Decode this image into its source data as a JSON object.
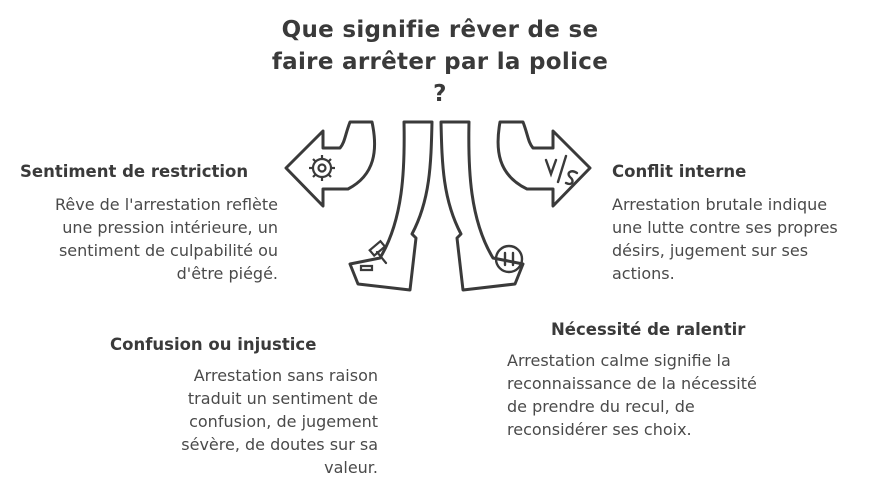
{
  "title": "Que signifie rêver de se faire arrêter par la police ?",
  "sections": {
    "restriction": {
      "heading": "Sentiment de restriction",
      "body": "Rêve de l'arrestation reflète une pression intérieure, un sentiment de culpabilité ou d'être piégé.",
      "icon": "handcuffs-icon"
    },
    "conflit": {
      "heading": "Conflit interne",
      "body": "Arrestation brutale indique une lutte contre ses propres désirs, jugement sur ses actions.",
      "icon": "versus-icon",
      "icon_text": "V/S"
    },
    "confusion": {
      "heading": "Confusion ou injustice",
      "body": "Arrestation sans raison traduit un sentiment de confusion, de jugement sévère, de doutes sur sa valeur.",
      "icon": "gavel-icon"
    },
    "ralentir": {
      "heading": "Nécessité de ralentir",
      "body": "Arrestation calme signifie la reconnaissance de la nécessité de prendre du recul, de reconsidérer ses choix.",
      "icon": "pause-icon"
    }
  },
  "colors": {
    "stroke": "#3a3a3a",
    "text": "#4a4a4a",
    "background": "#ffffff"
  }
}
